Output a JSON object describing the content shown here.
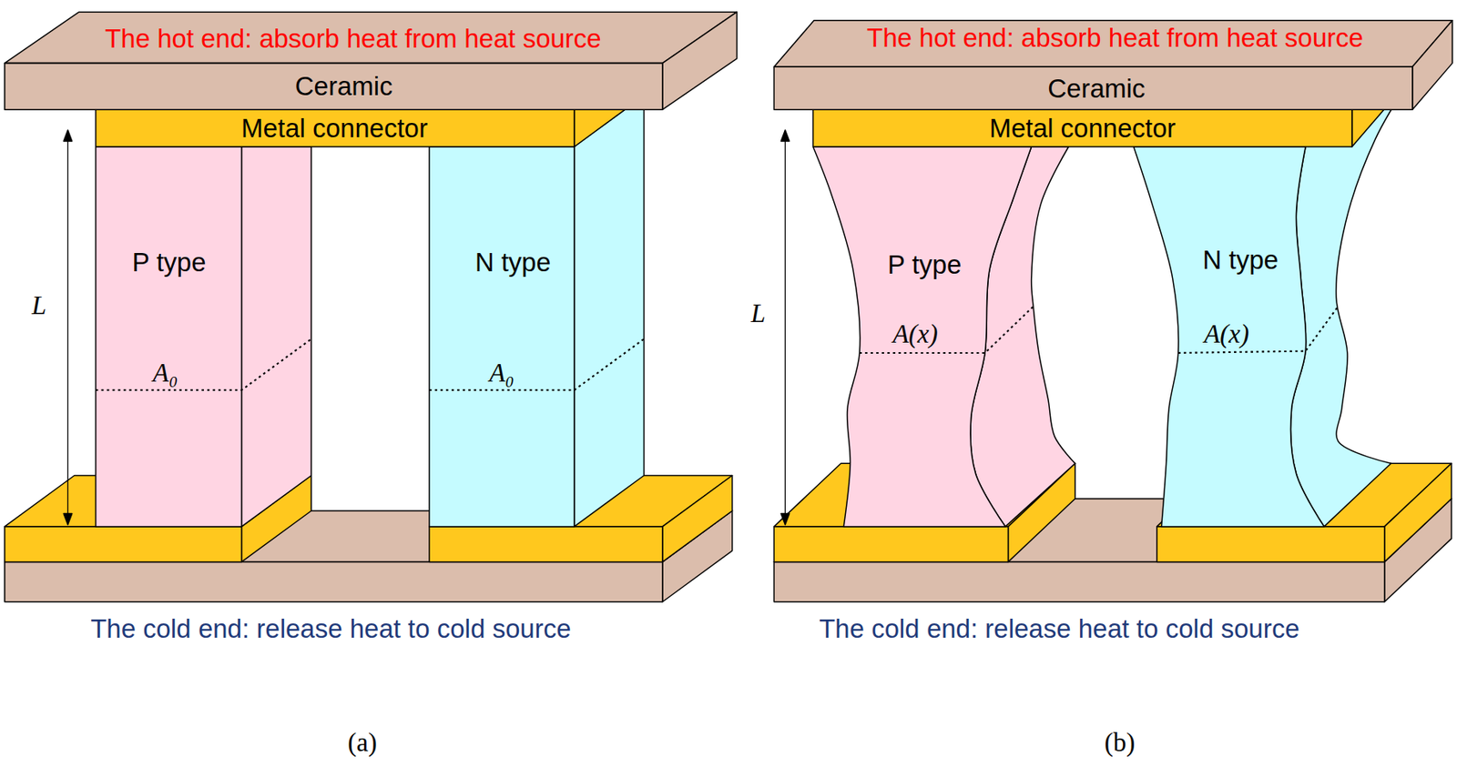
{
  "diagram": {
    "nodes": [
      {
        "text": [
          "The hot end: absorb heat from heat source",
          "Ceramic"
        ]
      },
      {
        "text": [
          "Metal connector"
        ]
      },
      {
        "text": [
          "P type",
          "A₀"
        ]
      },
      {
        "text": [
          "N type",
          "A₀"
        ]
      },
      {
        "text": [
          "The hot end: absorb heat from heat source",
          "Ceramic"
        ]
      },
      {
        "text": [
          "Metal connector"
        ]
      },
      {
        "text": [
          "P type",
          "A(x)"
        ]
      },
      {
        "text": [
          "N type",
          "A(x)"
        ]
      }
    ],
    "labels": [
      "L",
      "The cold end: release heat to cold source",
      "(a)",
      "L",
      "The cold end: release heat to cold source",
      "(b)"
    ]
  }
}
